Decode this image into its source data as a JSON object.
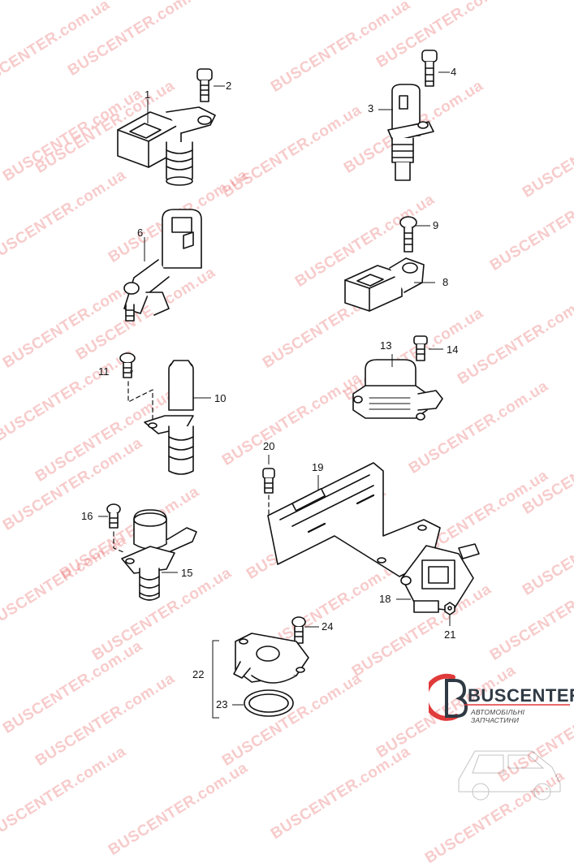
{
  "watermark": "BUSCENTER.com.ua",
  "logo": {
    "name": "BUSCENTER",
    "tagline": "АВТОМОБІЛЬНІ ЗАПЧАСТИНИ",
    "brand_red": "#e03a3a",
    "brand_gray": "#2f3a44"
  },
  "callouts": {
    "n1": "1",
    "n2": "2",
    "n3": "3",
    "n4": "4",
    "n6": "6",
    "n8": "8",
    "n9": "9",
    "n10": "10",
    "n11": "11",
    "n13": "13",
    "n14": "14",
    "n15": "15",
    "n16": "16",
    "n18": "18",
    "n19": "19",
    "n20": "20",
    "n21": "21",
    "n22": "22",
    "n23": "23",
    "n24": "24"
  }
}
